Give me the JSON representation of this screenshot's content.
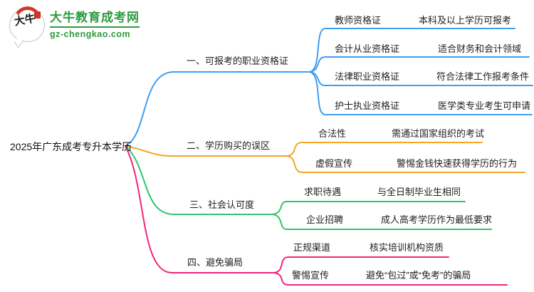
{
  "logo": {
    "title": "大牛教育成考网",
    "domain": "gz-chengkao.com",
    "seal_text": "大牛",
    "brand_color": "#2e9b3f",
    "seal_color": "#d23a28"
  },
  "root": {
    "label": "2025年广东成考专升本学历"
  },
  "branches": [
    {
      "label": "一、可报考的职业资格证",
      "color": "#3D9FF2",
      "children": [
        {
          "label": "教师资格证",
          "value": "本科及以上学历可报考"
        },
        {
          "label": "会计从业资格证",
          "value": "适合财务和会计领域"
        },
        {
          "label": "法律职业资格证",
          "value": "符合法律工作报考条件"
        },
        {
          "label": "护士执业资格证",
          "value": "医学类专业考生可申请"
        }
      ]
    },
    {
      "label": "二、学历购买的误区",
      "color": "#F5A623",
      "children": [
        {
          "label": "合法性",
          "value": "需通过国家组织的考试"
        },
        {
          "label": "虚假宣传",
          "value": "警惕金钱快速获得学历的行为"
        }
      ]
    },
    {
      "label": "三、社会认可度",
      "color": "#2DC66E",
      "children": [
        {
          "label": "求职待遇",
          "value": "与全日制毕业生相同"
        },
        {
          "label": "企业招聘",
          "value": "成人高考学历作为最低要求"
        }
      ]
    },
    {
      "label": "四、避免骗局",
      "color": "#F1257C",
      "children": [
        {
          "label": "正规渠道",
          "value": "核实培训机构资质"
        },
        {
          "label": "警惕宣传",
          "value": "避免“包过”或“免考”的骗局"
        }
      ]
    }
  ]
}
